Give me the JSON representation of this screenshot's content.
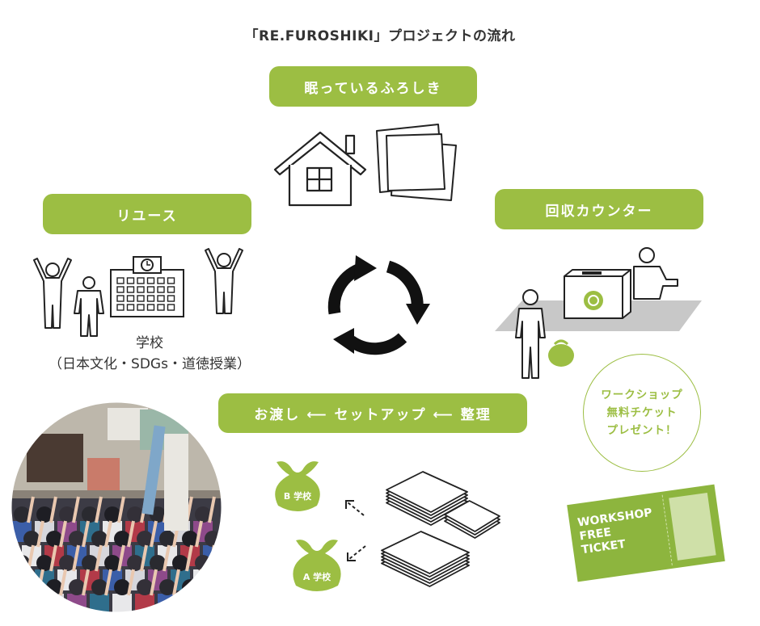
{
  "title": "「RE.FUROSHIKI」プロジェクトの流れ",
  "steps": {
    "sleeping": "眠っているふろしき",
    "collection": "回収カウンター",
    "reuse": "リユース",
    "prepare": "お渡し ⟵ セットアップ ⟵ 整理"
  },
  "school": {
    "name": "学校",
    "subjects": "（日本文化・SDGs・道徳授業）"
  },
  "promo": {
    "line1": "ワークショップ",
    "line2": "無料チケット",
    "line3": "プレゼント！"
  },
  "bags": {
    "b": "B 学校",
    "a": "A 学校"
  },
  "ticket": {
    "line1": "WORKSHOP",
    "line2": "FREE",
    "line3": "TICKET"
  },
  "colors": {
    "accent": "#9cbe43",
    "ticket": "#8db53e",
    "stub": "#cfe0a8",
    "ink": "#222222"
  },
  "icons": {
    "house": "house-icon",
    "cloth": "cloth-stack-icon",
    "cycle": "recycle-arrows-icon",
    "school": "school-building-icon",
    "counter": "collection-box-icon",
    "photo": "classroom-photo"
  }
}
